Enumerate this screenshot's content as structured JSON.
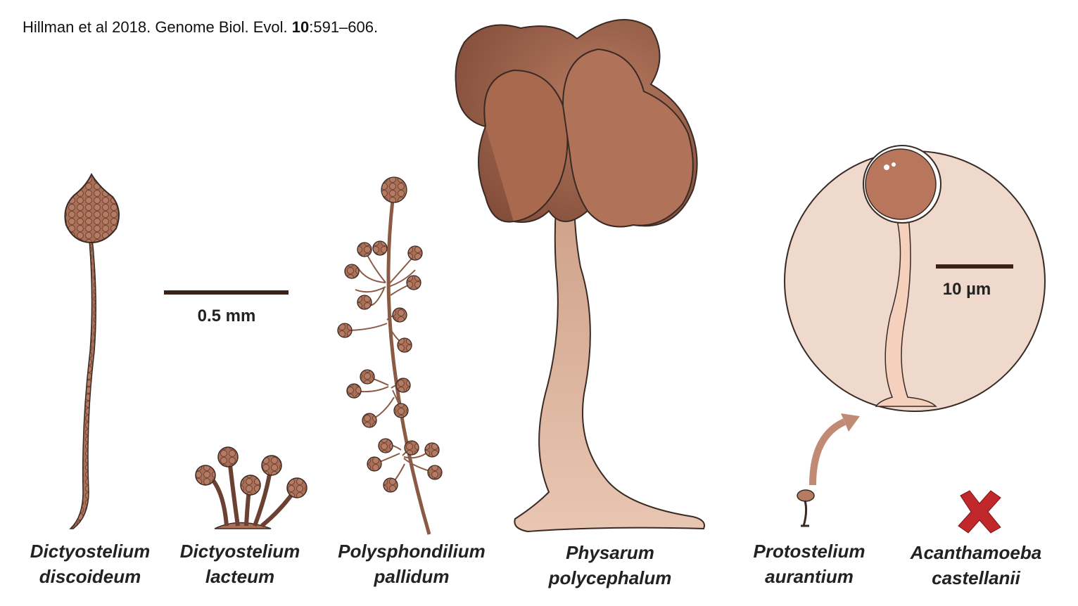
{
  "citation": {
    "text_prefix": "Hillman et al 2018. Genome Biol. Evol. ",
    "volume": "10",
    "pages": ":591–606."
  },
  "scale_bars": {
    "large": "0.5 mm",
    "inset": "10 µm"
  },
  "species": [
    {
      "genus": "Dictyostelium",
      "species": "discoideum"
    },
    {
      "genus": "Dictyostelium",
      "species": "lacteum"
    },
    {
      "genus": "Polysphondilium",
      "species": "pallidum"
    },
    {
      "genus": "Physarum",
      "species": "polycephalum"
    },
    {
      "genus": "Protostelium",
      "species": "aurantium"
    },
    {
      "genus": "Acanthamoeba",
      "species": "castellanii"
    }
  ],
  "colors": {
    "body": "#a96f57",
    "light": "#ecc9b4",
    "outline": "#3a2a24",
    "inset_bg": "#efd8cc",
    "absent_mark": "#c1282b"
  }
}
